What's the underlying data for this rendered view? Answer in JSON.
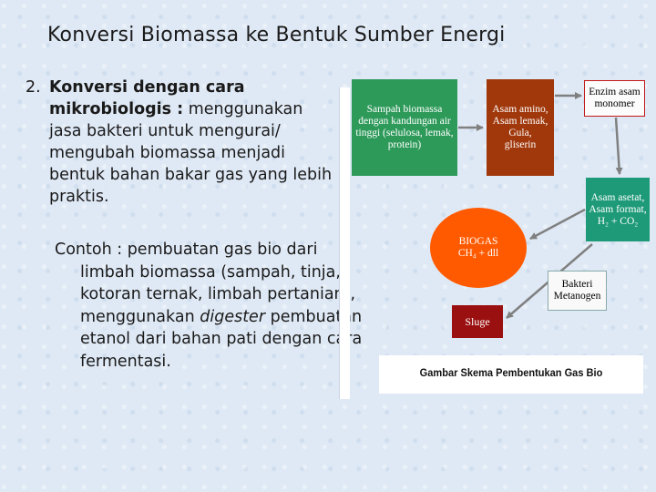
{
  "title": "Konversi Biomassa ke Bentuk Sumber Energi",
  "point": {
    "number": "2.",
    "bold_text": "Konversi dengan cara mikrobiologis :",
    "text": " menggunakan jasa bakteri untuk mengurai/ mengubah biomassa menjadi bentuk bahan bakar gas yang lebih praktis."
  },
  "example": {
    "before": "Contoh : pembuatan gas bio dari limbah biomassa (sampah, tinja, kotoran ternak, limbah pertanian), menggunakan ",
    "italic": "digester",
    "after": " pembuatan etanol dari bahan pati dengan cara fermentasi."
  },
  "diagram": {
    "nodes": {
      "sampah": [
        "Sampah biomassa",
        "dengan kandungan air",
        "tinggi (selulosa, lemak,",
        "protein)"
      ],
      "asam_amino": [
        "Asam amino,",
        "Asam lemak,",
        "Gula,",
        "gliserin"
      ],
      "enzim": [
        "Enzim asam",
        "monomer"
      ],
      "asam_asetat": [
        "Asam asetat,",
        "Asam format,",
        "H₂ + CO₂"
      ],
      "biogas": [
        "BIOGAS",
        "CH₄ + dll"
      ],
      "bakteri": [
        "Bakteri",
        "Metanogen"
      ],
      "sludge": [
        "Sluge"
      ]
    },
    "caption": "Gambar Skema Pembentukan Gas Bio",
    "colors": {
      "green": "#2e9a5a",
      "brown": "#a0380c",
      "teal": "#1e9a78",
      "orange": "#ff5a00",
      "dark_red": "#9a1010",
      "arrow": "#808080"
    }
  }
}
